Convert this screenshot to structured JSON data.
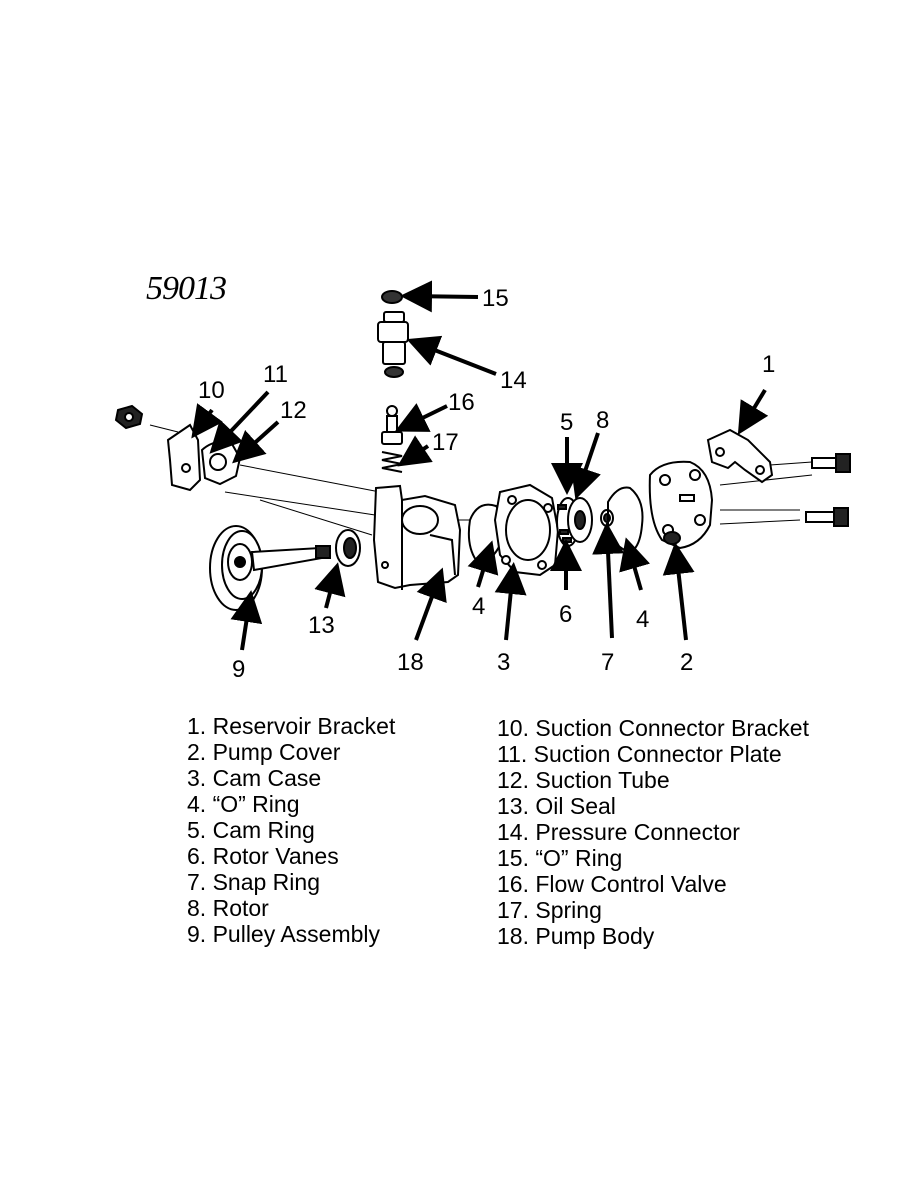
{
  "figure_id": "59013",
  "callouts": [
    "15",
    "14",
    "1",
    "10",
    "11",
    "12",
    "16",
    "17",
    "5",
    "8",
    "13",
    "9",
    "18",
    "4",
    "3",
    "6",
    "4",
    "7",
    "2"
  ],
  "legend_left": [
    {
      "num": "1.",
      "label": "Reservoir Bracket"
    },
    {
      "num": "2.",
      "label": "Pump Cover"
    },
    {
      "num": "3.",
      "label": "Cam Case"
    },
    {
      "num": "4.",
      "label": "“O” Ring"
    },
    {
      "num": "5.",
      "label": "Cam Ring"
    },
    {
      "num": "6.",
      "label": "Rotor Vanes"
    },
    {
      "num": "7.",
      "label": "Snap Ring"
    },
    {
      "num": "8.",
      "label": "Rotor"
    },
    {
      "num": "9.",
      "label": "Pulley Assembly"
    }
  ],
  "legend_right": [
    {
      "num": "10.",
      "label": "Suction Connector Bracket"
    },
    {
      "num": "11.",
      "label": "Suction Connector Plate"
    },
    {
      "num": "12.",
      "label": "Suction Tube"
    },
    {
      "num": "13.",
      "label": "Oil Seal"
    },
    {
      "num": "14.",
      "label": "Pressure Connector"
    },
    {
      "num": "15.",
      "label": "“O” Ring"
    },
    {
      "num": "16.",
      "label": "Flow Control Valve"
    },
    {
      "num": "17.",
      "label": "Spring"
    },
    {
      "num": "18.",
      "label": "Pump Body"
    }
  ]
}
